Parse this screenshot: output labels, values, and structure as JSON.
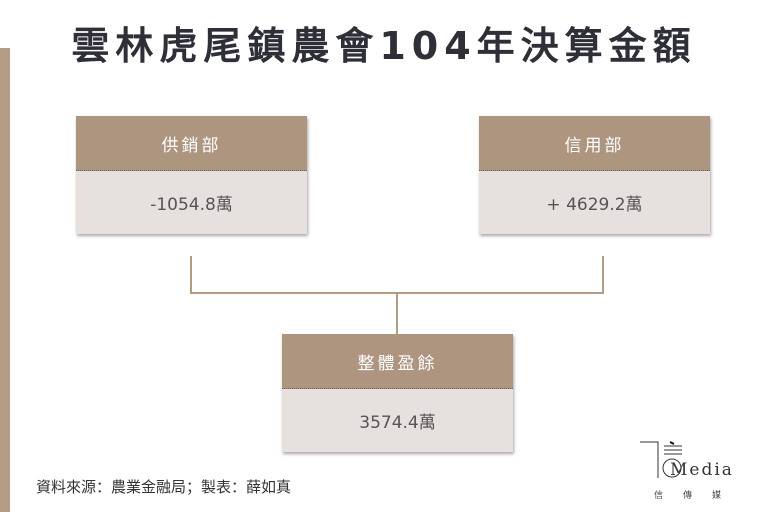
{
  "title": "雲林虎尾鎮農會104年決算金額",
  "boxes": {
    "supply": {
      "label": "供銷部",
      "value": "-1054.8萬"
    },
    "credit": {
      "label": "信用部",
      "value": "+ 4629.2萬"
    },
    "total": {
      "label": "整體盈餘",
      "value": "3574.4萬"
    }
  },
  "source": "資料來源：農業金融局；製表：薛如真",
  "logo": {
    "text": "Media",
    "chinese": "信傳媒"
  },
  "colors": {
    "accent": "#ad9580",
    "body": "#e6e0de",
    "title": "#2f2f38"
  }
}
